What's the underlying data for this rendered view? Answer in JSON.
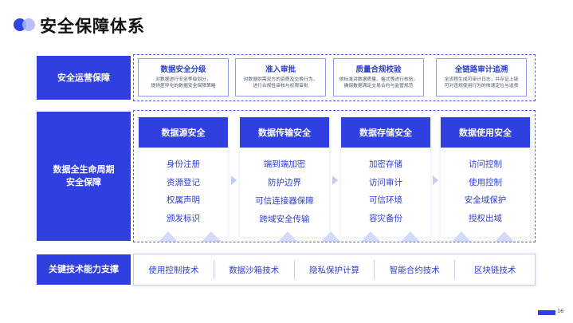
{
  "header": {
    "title": "安全保障体系"
  },
  "rows": {
    "ops_label": "安全运营保障",
    "life_label": [
      "数据全生命周期",
      "安全保障"
    ],
    "tech_label": "关键技术能力支撑"
  },
  "ops_cards": [
    {
      "title": "数据安全分级",
      "desc1": "对数据进行安全等级划分，",
      "desc2": "提供差异化的数据安全保障策略"
    },
    {
      "title": "准入审批",
      "desc1": "对数据供需双方的资质及交换行为，",
      "desc2": "进行合规性审核与权限审批"
    },
    {
      "title": "质量合规校验",
      "desc1": "依标准对数据质量、格式等进行核验，",
      "desc2": "确保数据满足交易合约与监管规范"
    },
    {
      "title": "全链路审计追溯",
      "desc1": "全流程生成可审计日志，并存证上链",
      "desc2": "可对违规使用行为的快速定位与追责"
    }
  ],
  "stages": [
    {
      "title": "数据源安全",
      "items": [
        "身份注册",
        "资源登记",
        "权属声明",
        "颁发标识"
      ]
    },
    {
      "title": "数据传输安全",
      "items": [
        "端到端加密",
        "防护边界"
      ],
      "multi": [
        "可信连接器保障",
        "跨域安全传输"
      ]
    },
    {
      "title": "数据存储安全",
      "items": [
        "加密存储",
        "访问审计",
        "可信环境",
        "容灾备份"
      ]
    },
    {
      "title": "数据使用安全",
      "items": [
        "访问控制",
        "使用控制",
        "安全域保护",
        "授权出域"
      ]
    }
  ],
  "tech": [
    "使用控制技术",
    "数据沙箱技术",
    "隐私保护计算",
    "智能合约技术",
    "区块链技术"
  ],
  "footer": {
    "page_number": "16"
  },
  "colors": {
    "primary": "#2f3fe0",
    "text_accent": "#2d3fcf"
  }
}
